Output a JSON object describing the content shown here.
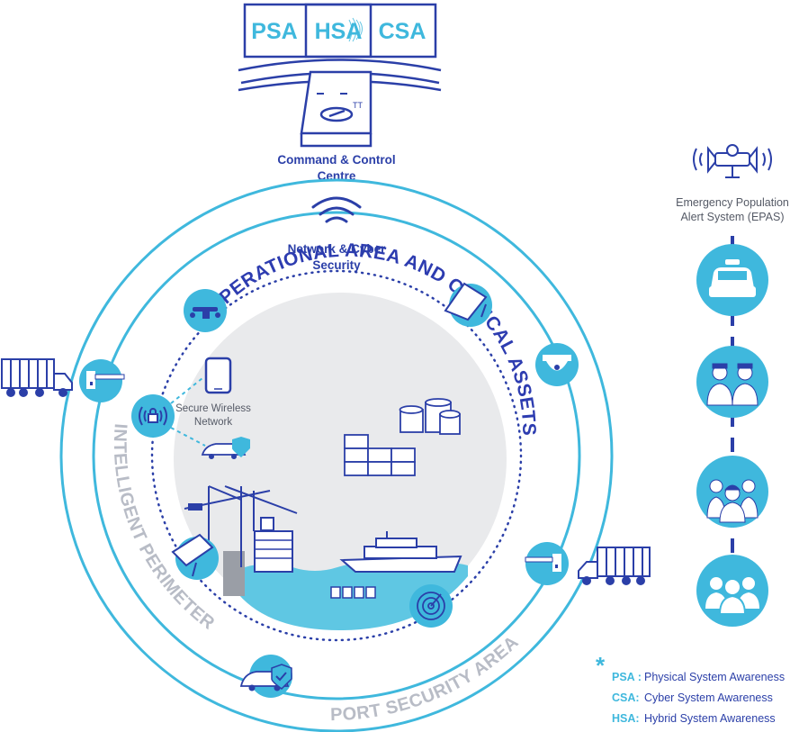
{
  "awareness_panels": [
    "PSA",
    "HSA",
    "CSA"
  ],
  "command_centre": {
    "line1": "Command & Control",
    "line2": "Centre"
  },
  "network": {
    "line1": "Network & Cyber",
    "line2": "Security"
  },
  "wireless": {
    "line1": "Secure Wireless",
    "line2": "Network"
  },
  "rings": {
    "inner": "OPERATIONAL AREA AND CRITICAL ASSETS",
    "middle": "INTELLIGENT PERIMETER",
    "outer": "PORT SECURITY AREA"
  },
  "epas": {
    "line1": "Emergency Population",
    "line2": "Alert System (EPAS)"
  },
  "legend": {
    "asterisk": "*",
    "items": [
      {
        "key": "PSA :",
        "value": "Physical System Awareness"
      },
      {
        "key": "CSA:",
        "value": "Cyber System Awareness"
      },
      {
        "key": "HSA:",
        "value": "Hybrid System Awareness"
      }
    ]
  },
  "colors": {
    "dark_blue": "#2b3fa8",
    "light_blue": "#3fb8dd",
    "gray_text": "#b8bcc6",
    "area_fill": "#e9eaec",
    "water": "#5fc7e3"
  }
}
